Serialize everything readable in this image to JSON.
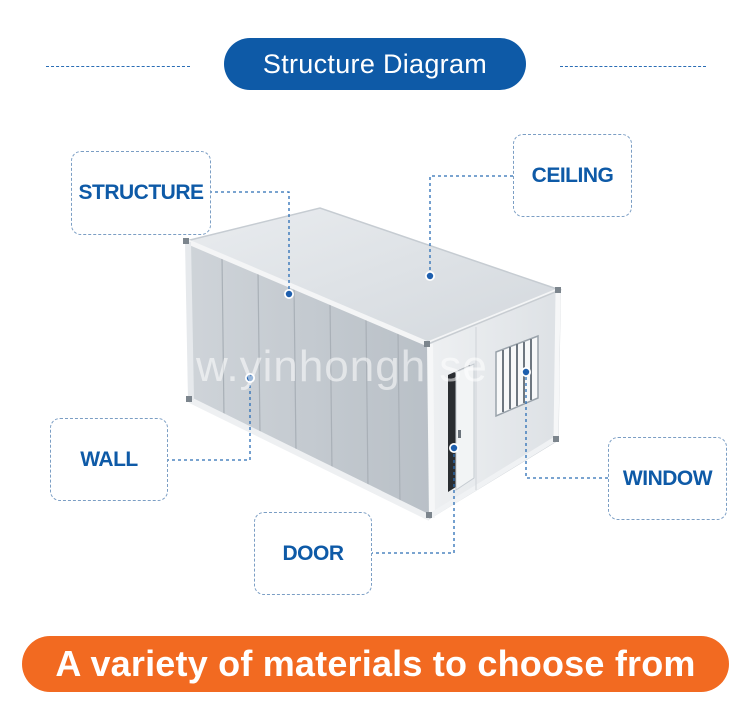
{
  "header": {
    "title": "Structure Diagram"
  },
  "callouts": {
    "structure": "STRUCTURE",
    "ceiling": "CEILING",
    "wall": "WALL",
    "door": "DOOR",
    "window": "WINDOW"
  },
  "watermark": "w.yinhongh    se",
  "footer": {
    "banner": "A variety of materials to choose from"
  },
  "colors": {
    "accent_blue": "#0e5aa7",
    "banner_orange": "#f26a21"
  }
}
